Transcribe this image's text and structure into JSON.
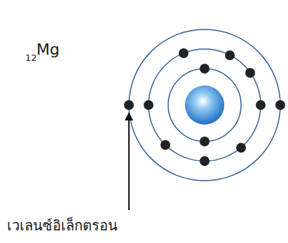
{
  "diagram": {
    "labels": [
      "12",
      "Mg",
      "เวเลนซ์อิเล็กตรอน"
    ]
  }
}
